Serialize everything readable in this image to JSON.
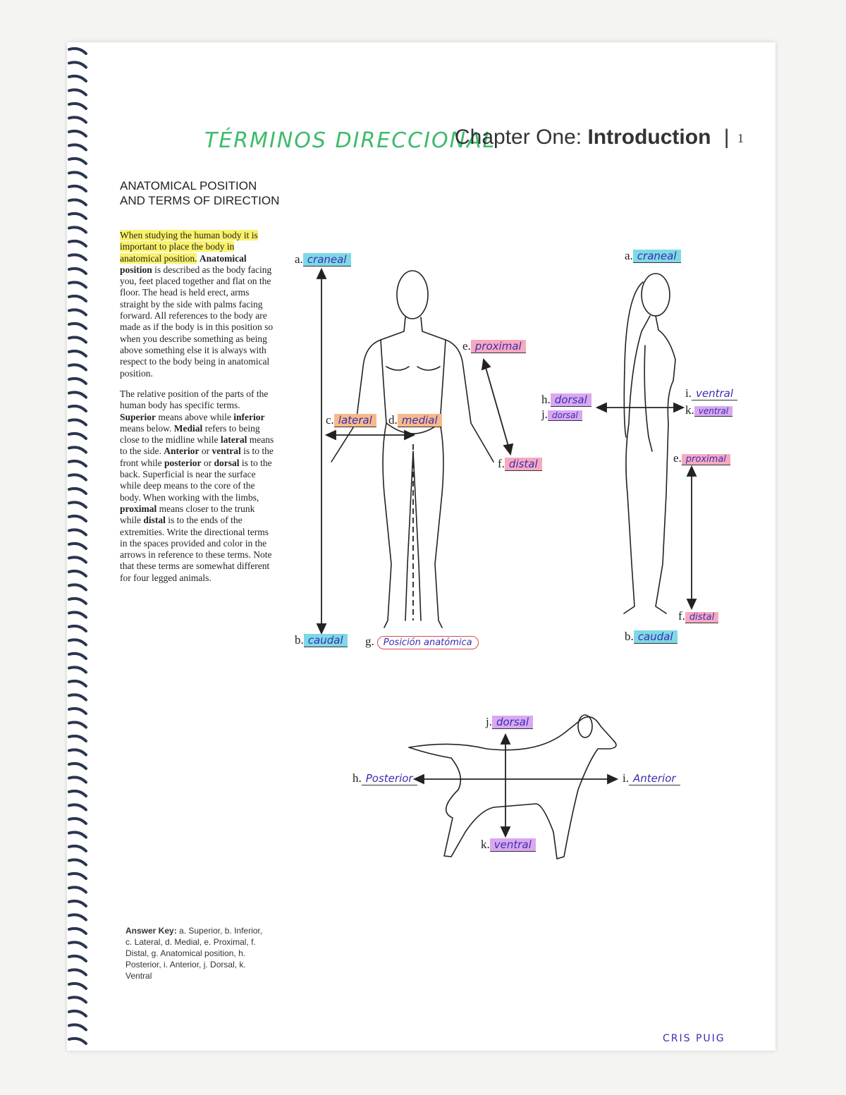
{
  "header": {
    "handwritten_title": "TÉRMINOS DIRECCIONAL",
    "chapter_prefix": "Chapter One: ",
    "chapter_name": "Introduction",
    "separator": "|",
    "page_number": "1"
  },
  "section": {
    "title": "ANATOMICAL POSITION AND TERMS OF DIRECTION",
    "para1": [
      {
        "t": "When studying the human body it is important to place the body in anatomical position.",
        "style": "hl"
      },
      {
        "t": " "
      },
      {
        "t": "Anatomical position",
        "style": "b"
      },
      {
        "t": " is described as the body facing you, feet placed together and flat on the floor. The head is held erect, arms straight by the side with palms facing forward. All references to the body are made as if the body is in this position so when you describe something as being above something else it is always with respect to the body being in anatomical position."
      }
    ],
    "para2": [
      {
        "t": "The relative position of the parts of the human body has specific terms. "
      },
      {
        "t": "Superior",
        "style": "b"
      },
      {
        "t": " means above while "
      },
      {
        "t": "inferior",
        "style": "b"
      },
      {
        "t": " means below. "
      },
      {
        "t": "Medial",
        "style": "b"
      },
      {
        "t": " refers to being close to the midline while "
      },
      {
        "t": "lateral",
        "style": "b"
      },
      {
        "t": " means to the side. "
      },
      {
        "t": "Anterior",
        "style": "b"
      },
      {
        "t": " or "
      },
      {
        "t": "ventral",
        "style": "b"
      },
      {
        "t": " is to the front while "
      },
      {
        "t": "posterior",
        "style": "b"
      },
      {
        "t": " or "
      },
      {
        "t": "dorsal",
        "style": "b"
      },
      {
        "t": " is to the back. Superficial is near the surface while deep means to the core of the body. When working with the limbs, "
      },
      {
        "t": "proximal",
        "style": "b"
      },
      {
        "t": " means closer to the trunk while "
      },
      {
        "t": "distal",
        "style": "b"
      },
      {
        "t": " is to the ends of the extremities. Write the directional terms in the spaces provided and color in the arrows in reference to these terms. Note that these terms are somewhat different for four legged animals."
      }
    ]
  },
  "front_figure": {
    "a": {
      "letter": "a.",
      "answer": "craneal"
    },
    "b": {
      "letter": "b.",
      "answer": "caudal"
    },
    "c": {
      "letter": "c.",
      "answer": "lateral"
    },
    "d": {
      "letter": "d.",
      "answer": "medial"
    },
    "e": {
      "letter": "e.",
      "answer": "proximal"
    },
    "f": {
      "letter": "f.",
      "answer": "distal"
    },
    "g": {
      "letter": "g.",
      "answer": "Posición anatómica"
    }
  },
  "side_figure": {
    "a": {
      "letter": "a.",
      "answer": "craneal"
    },
    "h": {
      "letter": "h.",
      "answer": "dorsal"
    },
    "j": {
      "letter": "j.",
      "answer": "dorsal"
    },
    "i": {
      "letter": "i.",
      "answer": "ventral"
    },
    "k": {
      "letter": "k.",
      "answer": "ventral"
    },
    "e": {
      "letter": "e.",
      "answer": "proximal"
    },
    "f": {
      "letter": "f.",
      "answer": "distal"
    },
    "b": {
      "letter": "b.",
      "answer": "caudal"
    }
  },
  "dog_figure": {
    "j": {
      "letter": "j.",
      "answer": "dorsal"
    },
    "h": {
      "letter": "h.",
      "answer": "Posterior"
    },
    "i": {
      "letter": "i.",
      "answer": "Anterior"
    },
    "k": {
      "letter": "k.",
      "answer": "ventral"
    }
  },
  "answer_key": {
    "label": "Answer Key:",
    "text": " a. Superior, b. Inferior, c. Lateral, d. Medial, e. Proximal, f. Distal, g. Anatomical position, h. Posterior, i. Anterior, j. Dorsal, k. Ventral"
  },
  "signature": "CRIS PUIG"
}
